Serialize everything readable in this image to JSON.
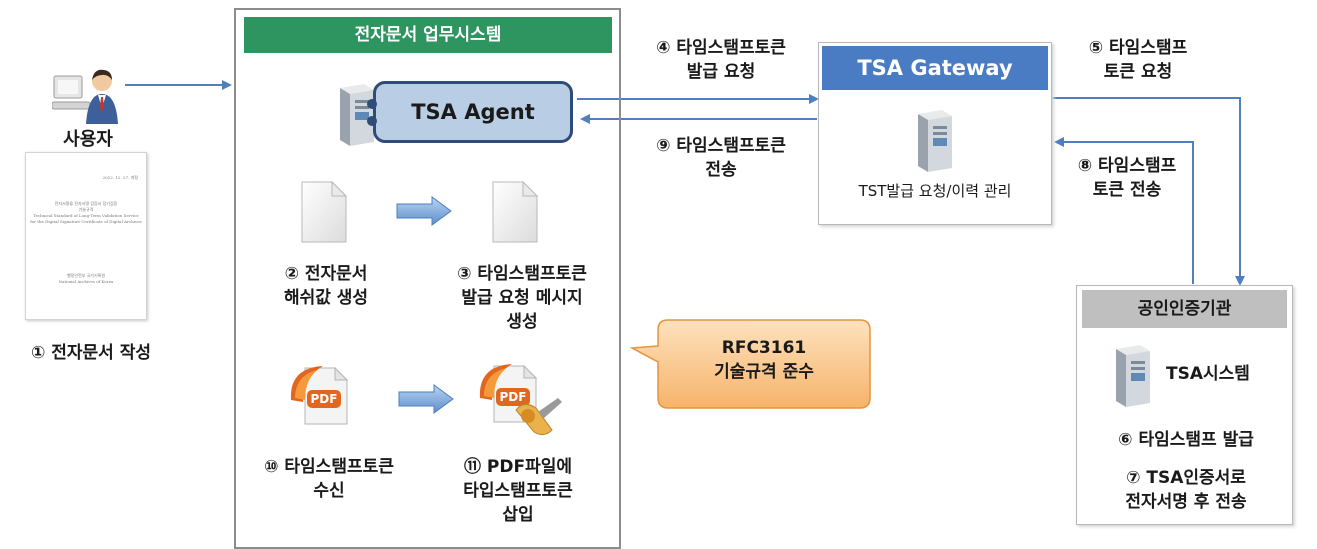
{
  "user": {
    "label": "사용자"
  },
  "step1": {
    "label": "① 전자문서 작성"
  },
  "document_cover": {
    "title_lines": [
      "전자서명을 전자서명 검증서 장기검증",
      "기술규격"
    ],
    "subtitle_lines": [
      "Technical Standard of Long-Term Validation Service",
      "for the Digital Signature Certificate of Digital Archives"
    ],
    "org_lines": [
      "행정안전부 국가기록원",
      "National Archives of Korea"
    ],
    "date": "2012. 12. 27. 개정"
  },
  "system": {
    "title": "전자문서 업무시스템",
    "agent_label": "TSA Agent"
  },
  "step2": {
    "lines": [
      "② 전자문서",
      "해쉬값 생성"
    ]
  },
  "step3": {
    "lines": [
      "③ 타임스탬프토큰",
      "발급 요청 메시지",
      "생성"
    ]
  },
  "step10": {
    "lines": [
      "⑩ 타임스탬프토큰",
      "수신"
    ]
  },
  "step11": {
    "lines": [
      "⑪ PDF파일에",
      "타입스탬프토큰",
      "삽입"
    ]
  },
  "pdf_text": "PDF",
  "callout": {
    "lines": [
      "RFC3161",
      "기술규격 준수"
    ]
  },
  "step4": {
    "lines": [
      "④ 타임스탬프토큰",
      "발급 요청"
    ]
  },
  "step9": {
    "lines": [
      "⑨ 타임스탬프토큰",
      "전송"
    ]
  },
  "gateway": {
    "title": "TSA Gateway",
    "caption": "TST발급 요청/이력 관리"
  },
  "step5": {
    "lines": [
      "⑤ 타임스탬프",
      "토큰 요청"
    ]
  },
  "step8": {
    "lines": [
      "⑧ 타임스탬프",
      "토큰 전송"
    ]
  },
  "ca": {
    "title": "공인인증기관",
    "system_label": "TSA시스템"
  },
  "step6": {
    "label": "⑥ 타임스탬프 발급"
  },
  "step7": {
    "lines": [
      "⑦ TSA인증서로",
      "전자서명 후 전송"
    ]
  },
  "colors": {
    "green": "#2e9460",
    "gateway_blue": "#4a7cc3",
    "agent_fill": "#b9cde5",
    "agent_border": "#2f4b78",
    "arrow": "#4f7fbd",
    "callout": "#f9c387"
  }
}
